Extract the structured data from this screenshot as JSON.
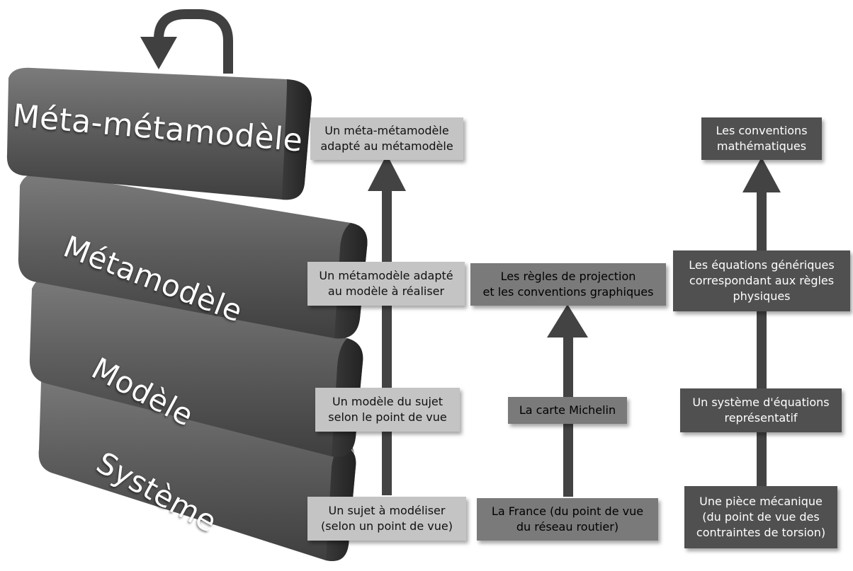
{
  "layers": [
    {
      "label": "Méta-métamodèle"
    },
    {
      "label": "Métamodèle"
    },
    {
      "label": "Modèle"
    },
    {
      "label": "Système"
    }
  ],
  "columns": {
    "generic": {
      "items": [
        "Un méta-métamodèle\nadapté au métamodèle",
        "Un métamodèle adapté\nau modèle à réaliser",
        "Un modèle du sujet\nselon le point de vue",
        "Un sujet à modéliser\n(selon un point de vue)"
      ]
    },
    "map": {
      "items": [
        "Les règles de projection\net les conventions graphiques",
        "La carte Michelin",
        "La France (du point de vue\ndu réseau routier)"
      ]
    },
    "mechanics": {
      "items": [
        "Les conventions\nmathématiques",
        "Les équations génériques\ncorrespondant aux règles\nphysiques",
        "Un système d'équations\nreprésentatif",
        "Une pièce mécanique\n(du point de vue des\ncontraintes de torsion)"
      ]
    }
  },
  "colors": {
    "block": "#5a5a5a",
    "arrow": "#434343",
    "box_light": "#c4c4c4",
    "box_mid": "#7a7a7a",
    "box_dark": "#505050"
  }
}
